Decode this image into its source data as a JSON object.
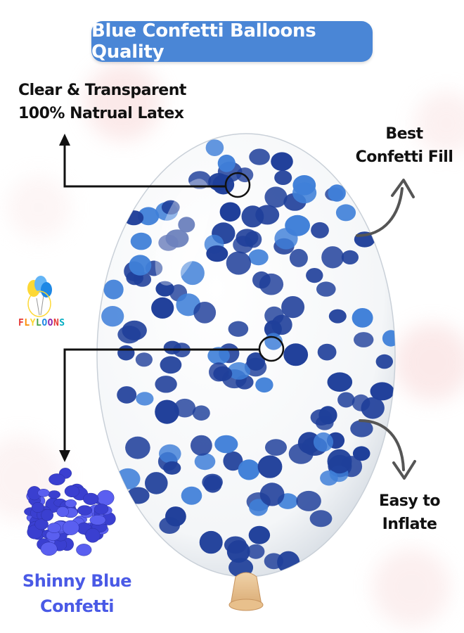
{
  "title": "Blue Confetti Balloons Quality",
  "features": {
    "clear_line1": "Clear & Transparent",
    "clear_line2": "100% Natrual Latex",
    "fill_line1": "Best",
    "fill_line2": "Confetti Fill",
    "inflate_line1": "Easy to",
    "inflate_line2": "Inflate",
    "confetti_line1": "Shinny Blue",
    "confetti_line2": "Confetti"
  },
  "brand": {
    "letters": [
      "F",
      "L",
      "Y",
      "L",
      "O",
      "O",
      "N",
      "S"
    ],
    "letter_colors": [
      "#e53935",
      "#fb8c00",
      "#fdd835",
      "#43a047",
      "#1e88e5",
      "#8e24aa",
      "#e53935",
      "#00acc1"
    ]
  },
  "colors": {
    "title_bg": "#4a86d6",
    "confetti_dark": "#1f3f9a",
    "confetti_light": "#3f7fd8",
    "label_blue": "#4a5ae6"
  }
}
